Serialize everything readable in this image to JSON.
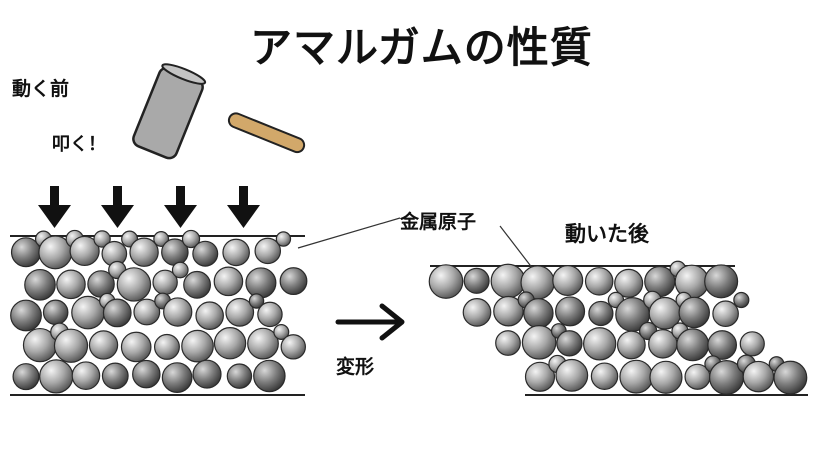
{
  "title": "アマルガムの性質",
  "labels": {
    "before_motion": "動く前",
    "hit": "叩く！",
    "metal_atoms": "金属原子",
    "after_motion": "動いた後",
    "deformation": "変形"
  },
  "colors": {
    "hammer_head": "#a9a9a9",
    "hammer_handle": "#d2a86a",
    "atom_light": "#f2f2f2",
    "atom_dark": "#5e5e5e",
    "ink": "#111111"
  },
  "icons": [
    "hammer-icon",
    "down-arrow-icon",
    "right-arrow-icon"
  ]
}
